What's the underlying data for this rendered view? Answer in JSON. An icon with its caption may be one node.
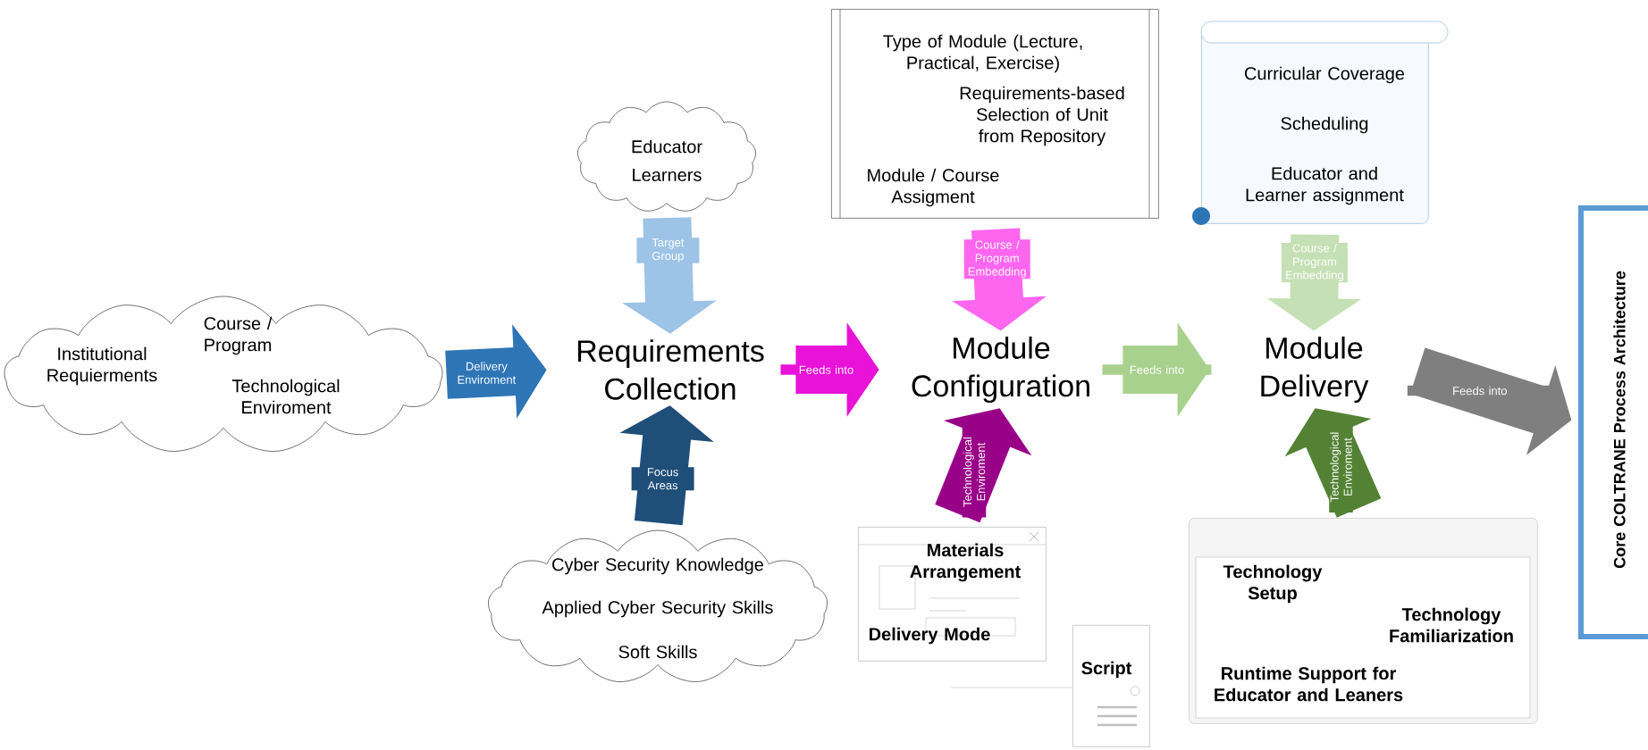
{
  "diagram": {
    "nodes": [
      {
        "text": [
          "Institutional Requierments",
          "Course / Program",
          "Technological Enviroment"
        ]
      },
      {
        "text": [
          "Educator",
          "Learners"
        ]
      },
      {
        "text": [
          "Requirements Collection"
        ]
      },
      {
        "text": [
          "Cyber Security Knowledge",
          "Applied Cyber Security Skills",
          "Soft Skills"
        ]
      },
      {
        "text": [
          "Type of Module (Lecture, Practical, Exercise)",
          "Requirements-based Selection of Unit from Repository",
          "Module / Course Assigment"
        ]
      },
      {
        "text": [
          "Module Configuration"
        ]
      },
      {
        "text": [
          "Materials Arrangement",
          "Delivery Mode"
        ]
      },
      {
        "text": [
          "Script"
        ]
      },
      {
        "text": [
          "Curricular Coverage",
          "Scheduling",
          "Educator and Learner assignment"
        ]
      },
      {
        "text": [
          "Module Delivery"
        ]
      },
      {
        "text": [
          "Technology Setup",
          "Technology Familiarization",
          "Runtime Support for Educator and Leaners"
        ]
      },
      {
        "text": [
          "Core COLTRANE Process Architecture"
        ]
      }
    ],
    "edges": [
      {
        "from": 0,
        "to": 2,
        "arrow": "to",
        "label": "Delivery Enviroment",
        "color": "#2e75b6"
      },
      {
        "from": 1,
        "to": 2,
        "arrow": "to",
        "label": "Target Group",
        "color": "#9dc3e6"
      },
      {
        "from": 3,
        "to": 2,
        "arrow": "to",
        "label": "Focus Areas",
        "color": "#1f4e79"
      },
      {
        "from": 2,
        "to": 5,
        "arrow": "to",
        "label": "Feeds into",
        "color": "#e812d8"
      },
      {
        "from": 4,
        "to": 5,
        "arrow": "to",
        "label": "Course / Program Embedding",
        "color": "#ff66f0"
      },
      {
        "from": 6,
        "to": 5,
        "arrow": "to",
        "label": "Technological Enviroment",
        "color": "#990088"
      },
      {
        "from": 5,
        "to": 9,
        "arrow": "to",
        "label": "Feeds into",
        "color": "#a9d18e"
      },
      {
        "from": 8,
        "to": 9,
        "arrow": "to",
        "label": "Course / Program Embedding",
        "color": "#c5e0b4"
      },
      {
        "from": 10,
        "to": 9,
        "arrow": "to",
        "label": "Technological Enviroment",
        "color": "#548235"
      },
      {
        "from": 9,
        "to": 11,
        "arrow": "to",
        "label": "Feeds into",
        "color": "#7f7f7f"
      }
    ]
  }
}
